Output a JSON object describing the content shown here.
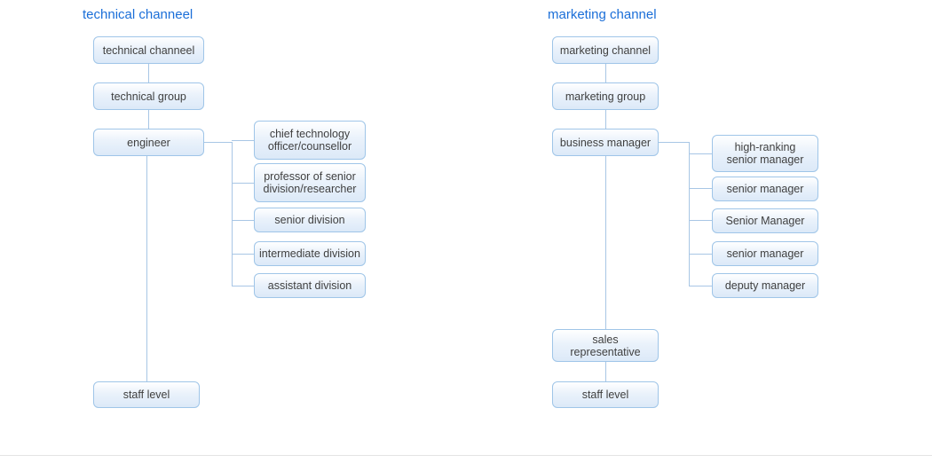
{
  "page": {
    "background_color": "#ffffff",
    "title_color": "#1a6ed8",
    "node_border_color": "#9fc5e8",
    "node_text_color": "#404040",
    "connector_color": "#a8c6e5",
    "footer_rule_color": "#e4e4e4"
  },
  "charts": [
    {
      "id": "technical",
      "title": "technical channeel",
      "root": {
        "label": "technical channeel"
      },
      "spine": [
        {
          "label": "technical group"
        },
        {
          "label": "engineer"
        }
      ],
      "branches": [
        {
          "label": "chief technology\nofficer/counsellor"
        },
        {
          "label": "professor of senior\ndivision/researcher"
        },
        {
          "label": "senior division"
        },
        {
          "label": "intermediate division"
        },
        {
          "label": "assistant division"
        }
      ],
      "bottom": [
        {
          "label": "staff level"
        }
      ]
    },
    {
      "id": "marketing",
      "title": "marketing channel",
      "root": {
        "label": "marketing channel"
      },
      "spine": [
        {
          "label": "marketing group"
        },
        {
          "label": "business manager"
        }
      ],
      "branches": [
        {
          "label": "high-ranking\nsenior manager"
        },
        {
          "label": "senior manager"
        },
        {
          "label": "Senior Manager"
        },
        {
          "label": "senior manager"
        },
        {
          "label": "deputy manager"
        }
      ],
      "bottom": [
        {
          "label": "sales\nrepresentative"
        },
        {
          "label": "staff level"
        }
      ]
    }
  ]
}
